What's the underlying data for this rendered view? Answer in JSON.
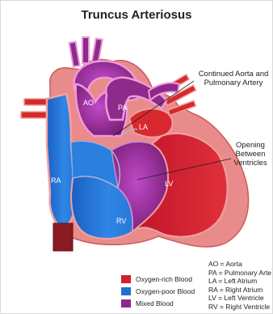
{
  "title": "Truncus Arteriosus",
  "callouts": {
    "aorta_pa": [
      "Continued Aorta and",
      "Pulmonary Artery"
    ],
    "opening": [
      "Opening",
      "Between",
      "Ventricles"
    ]
  },
  "chamber_labels": {
    "ao": "AO",
    "pa": "PA",
    "la": "LA",
    "lv": "LV",
    "ra": "RA",
    "rv": "RV"
  },
  "legend": [
    {
      "label": "Oxygen-rich Blood",
      "color": "#d3202b"
    },
    {
      "label": "Oxygen-poor Blood",
      "color": "#1f6fd0"
    },
    {
      "label": "Mixed Blood",
      "color": "#8e2a8c"
    }
  ],
  "abbreviations": [
    "AO = Aorta",
    "PA = Pulmonary Arte",
    "LA = Left Atrium",
    "RA = Right Atrium",
    "LV = Left Ventricle",
    "RV = Right Ventricle"
  ],
  "colors": {
    "oxygen_rich": "#d3202b",
    "oxygen_poor": "#1f6fd0",
    "mixed": "#8e2a8c",
    "wall": "#e88a8a"
  }
}
